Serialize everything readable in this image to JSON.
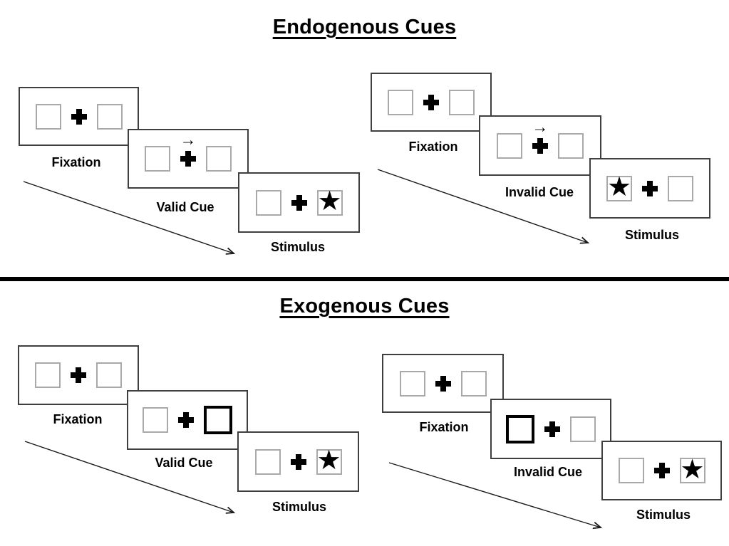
{
  "sections": [
    {
      "title": "Endogenous Cues",
      "sequences": [
        {
          "name": "valid-trial",
          "cue_style": "central-arrow-right",
          "star_side": "right",
          "panels": [
            {
              "label": "Fixation"
            },
            {
              "label": "Valid Cue"
            },
            {
              "label": "Stimulus"
            }
          ]
        },
        {
          "name": "invalid-trial",
          "cue_style": "central-arrow-right",
          "star_side": "left",
          "panels": [
            {
              "label": "Fixation"
            },
            {
              "label": "Invalid Cue"
            },
            {
              "label": "Stimulus"
            }
          ]
        }
      ]
    },
    {
      "title": "Exogenous Cues",
      "sequences": [
        {
          "name": "valid-trial",
          "cue_style": "highlight-box-right",
          "star_side": "right",
          "panels": [
            {
              "label": "Fixation"
            },
            {
              "label": "Valid Cue"
            },
            {
              "label": "Stimulus"
            }
          ]
        },
        {
          "name": "invalid-trial",
          "cue_style": "highlight-box-left",
          "star_side": "right",
          "panels": [
            {
              "label": "Fixation"
            },
            {
              "label": "Invalid Cue"
            },
            {
              "label": "Stimulus"
            }
          ]
        }
      ]
    }
  ],
  "glyphs": {
    "star": "★",
    "cue_arrow": "→"
  },
  "colors": {
    "panel_border": "#3f3f3f",
    "box_border": "#a9a9a9",
    "highlight_border": "#000000",
    "ink": "#000000",
    "background": "#ffffff"
  }
}
